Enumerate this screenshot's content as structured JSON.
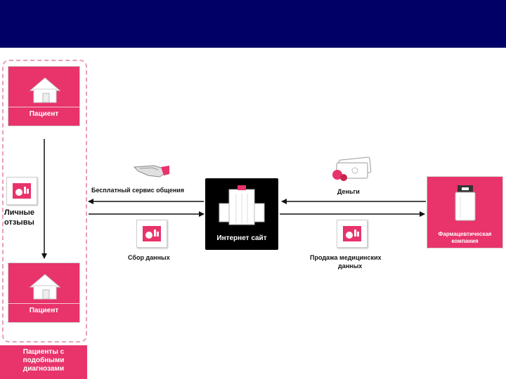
{
  "patient_top": {
    "label": "Пациент"
  },
  "patient_bottom": {
    "label": "Пациент"
  },
  "personal_reviews": {
    "line1": "Личные",
    "line2": "отзывы"
  },
  "similar_patients": {
    "line1": "Пациенты с",
    "line2": "подобными",
    "line3": "диагнозами"
  },
  "free_service": {
    "label": "Бесплатный сервис общения"
  },
  "data_collection": {
    "label": "Сбор данных"
  },
  "website": {
    "label": "Интернет сайт"
  },
  "money": {
    "label": "Деньги"
  },
  "sales": {
    "line1": "Продажа медицинских",
    "line2": "данных"
  },
  "pharma": {
    "line1": "Фармацевтическая",
    "line2": "компания"
  },
  "colors": {
    "accent": "#e8336b",
    "title_bar": "#000066",
    "center": "#000000"
  },
  "icons": [
    "house-icon",
    "chart-icon",
    "handshake-icon",
    "money-icon",
    "building-icon",
    "pill-bottle-icon"
  ]
}
